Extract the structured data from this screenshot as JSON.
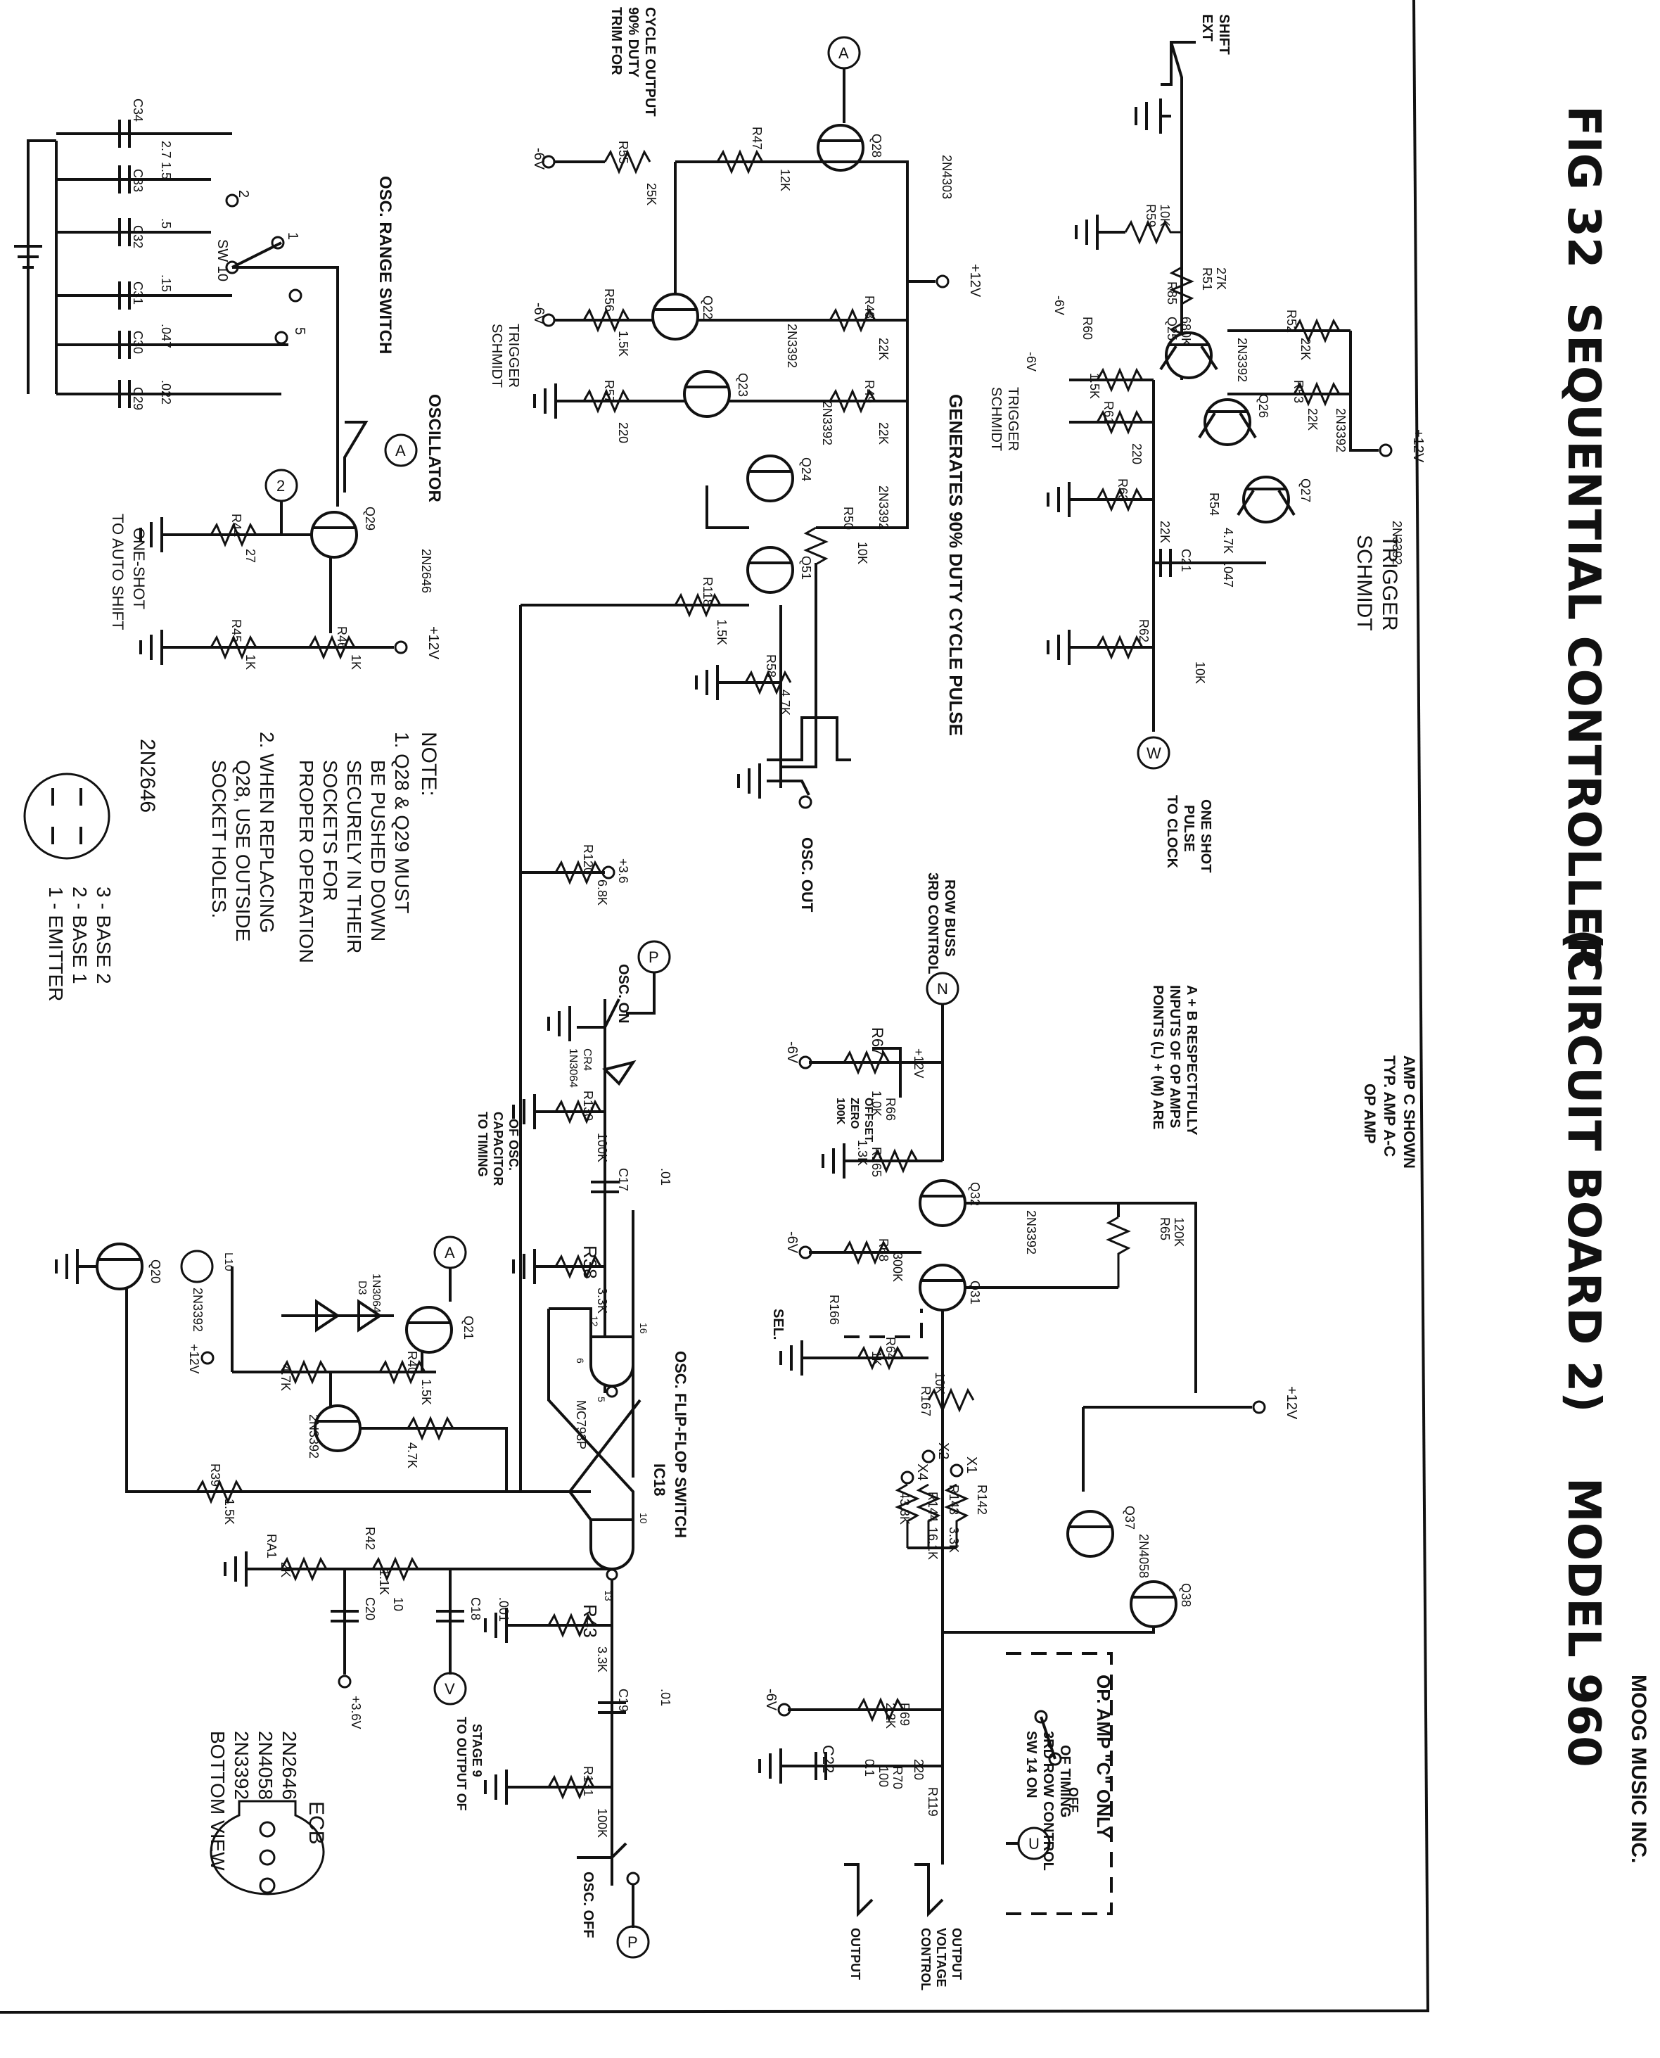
{
  "title": {
    "fig": "FIG 32",
    "name": "SEQUENTIAL CONTROLLER",
    "board": "(CIRCUIT BOARD 2)",
    "model": "MODEL 960"
  },
  "footer": {
    "company": "MOOG MUSIC INC."
  },
  "notes": {
    "heading": "NOTE:",
    "n1": [
      "1.  Q28 & Q29 MUST",
      "BE PUSHED DOWN",
      "SECURELY IN THEIR",
      "SOCKETS FOR",
      "PROPER OPERATION"
    ],
    "n2": [
      "2.  WHEN REPLACING",
      "Q28, USE OUTSIDE",
      "SOCKET HOLES."
    ]
  },
  "pinout_2n2646": {
    "part": "2N2646",
    "pins": [
      "1 - EMITTER",
      "2 - BASE 1",
      "3 - BASE 2"
    ]
  },
  "pinout_ecb": {
    "label": "ECB",
    "caption": [
      "BOTTOM VIEW",
      "2N3392",
      "2N4058",
      "2N2646"
    ]
  },
  "sections": {
    "osc_range": "OSC. RANGE SWITCH",
    "oscillator": "OSCILLATOR",
    "to_auto_shift": [
      "TO AUTO SHIFT",
      "ONE-SHOT"
    ],
    "trim": [
      "TRIM FOR",
      "90% DUTY",
      "CYCLE OUTPUT"
    ],
    "schmidt_left": [
      "SCHMIDT",
      "TRIGGER"
    ],
    "schmidt_mid": [
      "SCHMIDT",
      "TRIGGER"
    ],
    "schmidt_big": [
      "SCHMIDT",
      "TRIGGER"
    ],
    "generates": "GENERATES    90% DUTY  CYCLE PULSE",
    "osc_out": "OSC. OUT",
    "ext_shift": [
      "EXT",
      "SHIFT"
    ],
    "to_clock": [
      "TO CLOCK",
      "PULSE",
      "ONE SHOT"
    ],
    "third_row_bus": [
      "3RD CONTROL",
      "ROW BUSS"
    ],
    "points_note": [
      "POINTS (L) + (M) ARE",
      "INPUTS OF OP AMPS",
      "A + B RESPECTFULLY"
    ],
    "op_amp": [
      "OP AMP",
      "TYP. AMP A-C",
      "AMP C SHOWN"
    ],
    "op_amp_c_only": "OP. AMP \"C\" ONLY",
    "sw14": [
      "SW 14  ON",
      "3RD ROW CONTROL",
      "OF TIMING"
    ],
    "off": "OFF",
    "output": "OUTPUT",
    "control_voltage_output": [
      "CONTROL",
      "VOLTAGE",
      "OUTPUT"
    ],
    "osc_flip_flop": "OSC. FLIP-FLOP SWITCH",
    "ic18": "IC18",
    "mc793p": "MC793P",
    "osc_on": "OSC. ON",
    "osc_off": "OSC. OFF",
    "to_timing_cap": [
      "TO TIMING",
      "CAPACITOR",
      "OF OSC."
    ],
    "to_output_stage": [
      "TO OUTPUT OF",
      "STAGE 9"
    ],
    "sel": "SEL.",
    "zero_offset": [
      "100K",
      "ZERO",
      "OFFSET"
    ]
  },
  "rails": {
    "plus12": "+12V",
    "minus6": "-6V",
    "plus36": "+3.6",
    "plus36v": "+3.6V"
  },
  "connectors": {
    "A": "A",
    "Z": "2",
    "P": "P",
    "N": "N",
    "W": "W",
    "V": "V",
    "U": "U"
  },
  "transistors": {
    "Q20": [
      "Q20",
      "2N3392"
    ],
    "Q21": [
      "Q21",
      ""
    ],
    "Q22": [
      "Q22",
      "2N3392"
    ],
    "Q23": [
      "Q23",
      "2N3392"
    ],
    "Q24": [
      "Q24",
      "2N3392"
    ],
    "Q25": [
      "Q25",
      "2N3392"
    ],
    "Q26": [
      "Q26",
      "2N3392"
    ],
    "Q27": [
      "Q27",
      "2N3392"
    ],
    "Q28": [
      "Q28",
      "2N4303"
    ],
    "Q29": [
      "Q29",
      "2N2646"
    ],
    "Q31": [
      "Q31",
      ""
    ],
    "Q32": [
      "Q32",
      "2N3392"
    ],
    "Q37": [
      "Q37",
      "2N4058"
    ],
    "Q38": [
      "Q38",
      ""
    ],
    "Q51": [
      "Q51",
      ""
    ],
    "Qmid": [
      "",
      "2N3392"
    ]
  },
  "resistors": {
    "R39": [
      "R39",
      "1.5K"
    ],
    "R40": [
      "R40",
      "1.5K"
    ],
    "R41": [
      "RA1",
      "2K"
    ],
    "R42": [
      "R42",
      "1.1K"
    ],
    "R43": [
      "R43",
      "3.3K"
    ],
    "R44": [
      "R44",
      "27"
    ],
    "R45": [
      "R45",
      "1K"
    ],
    "R46": [
      "R46",
      "1K"
    ],
    "R47": [
      "R47",
      "12K"
    ],
    "R48": [
      "R48",
      "22K"
    ],
    "R49": [
      "R49",
      "22K"
    ],
    "R50": [
      "R50",
      "10K"
    ],
    "R51": [
      "R51",
      "27K"
    ],
    "R52": [
      "R52",
      "22K"
    ],
    "R53": [
      "R53",
      "22K"
    ],
    "R54": [
      "R54",
      "4.7K"
    ],
    "R55": [
      "R55",
      "25K"
    ],
    "R56": [
      "R56",
      "1.5K"
    ],
    "R57": [
      "R57",
      "220"
    ],
    "R58": [
      "R58",
      "4.7K"
    ],
    "R59": [
      "R59",
      "10K"
    ],
    "R60": [
      "R60",
      "1.5K"
    ],
    "R61": [
      "R61",
      "220"
    ],
    "R62": [
      "R62",
      "10K"
    ],
    "R63": [
      "R63",
      "22K"
    ],
    "R64": [
      "R64",
      "1K"
    ],
    "R65": [
      "R65",
      "120K"
    ],
    "R66": [
      "R66",
      "1.0K"
    ],
    "R67": [
      "R67",
      ""
    ],
    "R68": [
      "R68",
      "300K"
    ],
    "R69": [
      "R69",
      "2.2K"
    ],
    "R70": [
      "R70",
      "100"
    ],
    "R85": [
      "R85",
      "680K"
    ],
    "R118": [
      "R118",
      "1.5K"
    ],
    "R119": [
      "R119",
      "220"
    ],
    "R120": [
      "R120",
      "6.8K"
    ],
    "R130": [
      "R130",
      "100K"
    ],
    "R131": [
      "R131",
      "100K"
    ],
    "R142": [
      "R142",
      ""
    ],
    "R143": [
      "R143",
      "3.3K"
    ],
    "R144": [
      "R144",
      "16.1K"
    ],
    "R164": [
      "43.3K",
      ""
    ],
    "R165": [
      "R165",
      "1.3K"
    ],
    "R166": [
      "R166",
      ""
    ],
    "R167": [
      "R167",
      "10K"
    ],
    "R38": [
      "R38",
      "3.3K"
    ],
    "Rq20a": [
      "",
      "4.7K"
    ],
    "Rq20b": [
      "",
      "4.7K"
    ]
  },
  "capacitors": {
    "C17": [
      "C17",
      ".01"
    ],
    "C18": [
      "C18",
      ".001"
    ],
    "C19": [
      "C19",
      ".01"
    ],
    "C20": [
      "C20",
      "10"
    ],
    "C21": [
      "C21",
      ".047"
    ],
    "C22": [
      "C22",
      "0.1"
    ],
    "C29": [
      "C29",
      ".022"
    ],
    "C30": [
      "C30",
      ".047"
    ],
    "C31": [
      "C31",
      ".15"
    ],
    "C32": [
      "C32",
      ".5"
    ],
    "C33": [
      "C33",
      "1.5"
    ],
    "C34": [
      "C34",
      "2.7"
    ]
  },
  "diodes": {
    "D3": [
      "D3",
      "1N3064"
    ],
    "CR4": [
      "CR4",
      "1N3064"
    ]
  },
  "lamps": {
    "L10": "L10"
  },
  "switch_positions": {
    "sw10": "SW 10",
    "p1": "1",
    "p2": "2",
    "p5": "5",
    "x1": "X1",
    "x2": "X2",
    "x4": "X4",
    "ic_pins": [
      "12",
      "6",
      "10",
      "13",
      "16",
      "5"
    ]
  }
}
